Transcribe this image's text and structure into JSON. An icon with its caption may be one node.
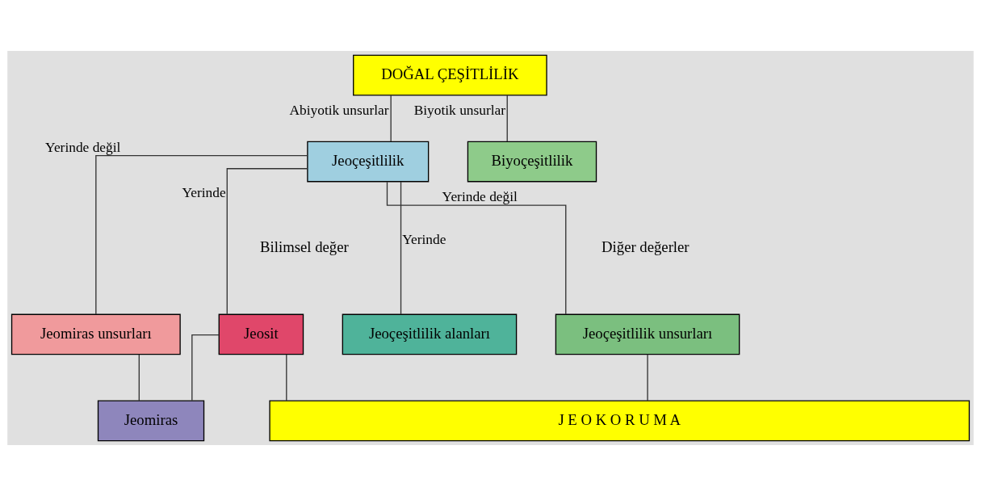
{
  "diagram": {
    "nodes": [
      {
        "text": [
          "DOĞAL ÇEŞİTLİLİK"
        ]
      },
      {
        "text": [
          "Jeoçeşitlilik"
        ]
      },
      {
        "text": [
          "Biyoçeşitlilik"
        ]
      },
      {
        "text": [
          "Jeosit"
        ]
      },
      {
        "text": [
          "Jeomiras unsurları"
        ]
      },
      {
        "text": [
          "Jeoçeşitlilik alanları"
        ]
      },
      {
        "text": [
          "Jeoçeşitlilik unsurları"
        ]
      },
      {
        "text": [
          "Jeomiras"
        ]
      },
      {
        "text": [
          "J E O K O R U M A"
        ]
      }
    ],
    "edges": [
      {
        "from": 0,
        "to": 1,
        "arrow": "none",
        "label": "Abiyotik unsurlar"
      },
      {
        "from": 0,
        "to": 2,
        "arrow": "none",
        "label": "Biyotik unsurlar"
      },
      {
        "from": 1,
        "to": 3,
        "arrow": "none",
        "label": "Yerinde"
      },
      {
        "from": 1,
        "to": 4,
        "arrow": "none",
        "label": "Yerinde değil"
      },
      {
        "from": 1,
        "to": 5,
        "arrow": "none",
        "label": "Yerinde"
      },
      {
        "from": 1,
        "to": 6,
        "arrow": "none",
        "label": "Yerinde değil"
      },
      {
        "from": 3,
        "to": 7,
        "arrow": "none"
      },
      {
        "from": 4,
        "to": 7,
        "arrow": "none"
      },
      {
        "from": 3,
        "to": 8,
        "arrow": "none"
      },
      {
        "from": 6,
        "to": 8,
        "arrow": "none"
      }
    ],
    "labels": [
      "Bilimsel değer",
      "Diğer değerler"
    ]
  }
}
